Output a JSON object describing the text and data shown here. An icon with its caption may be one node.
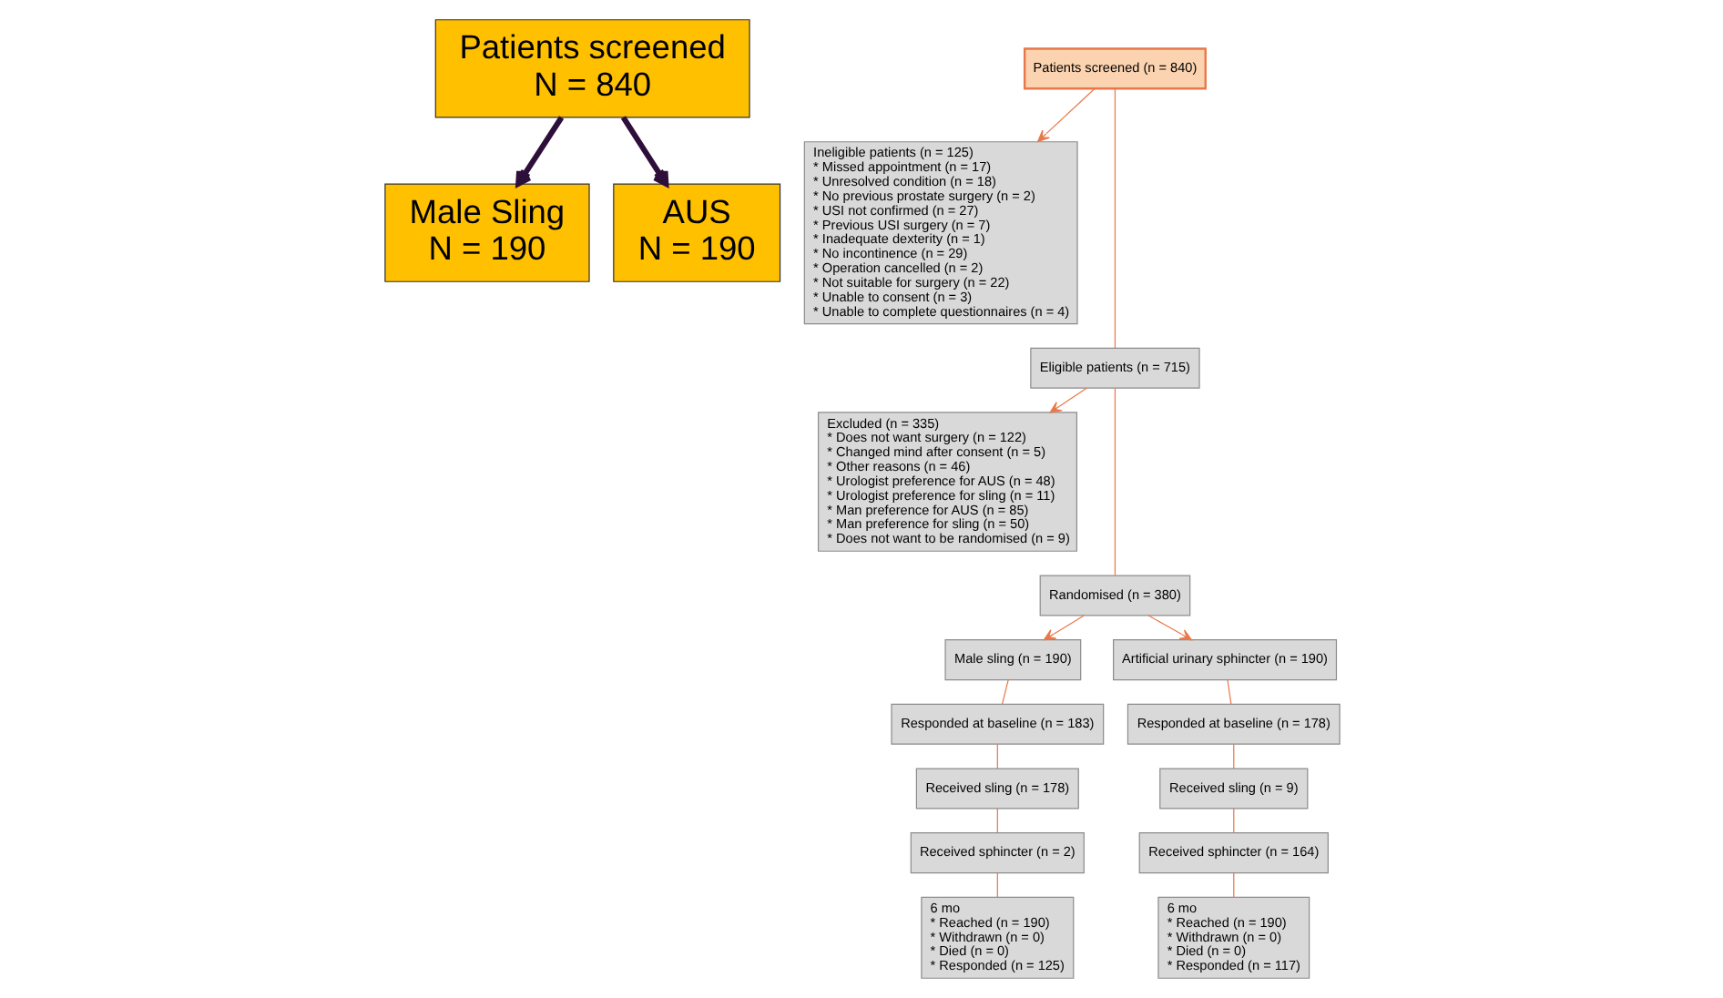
{
  "diagram": {
    "nodes": [
      {
        "text": [
          "Patients screened",
          "N = 840"
        ]
      },
      {
        "text": [
          "Male Sling",
          "N = 190"
        ]
      },
      {
        "text": [
          "AUS",
          "N = 190"
        ]
      },
      {
        "text": [
          "Patients screened (n = 840)"
        ]
      },
      {
        "text": [
          "Ineligible patients (n = 125)",
          "* Missed appointment (n = 17)",
          "* Unresolved condition (n = 18)",
          "* No previous prostate surgery (n = 2)",
          "* USI not confirmed (n = 27)",
          "* Previous USI surgery (n = 7)",
          "* Inadequate dexterity (n = 1)",
          "* No incontinence (n = 29)",
          "* Operation cancelled (n = 2)",
          "* Not suitable for surgery (n = 22)",
          "* Unable to consent (n = 3)",
          "* Unable to complete questionnaires (n = 4)"
        ]
      },
      {
        "text": [
          "Eligible patients (n = 715)"
        ]
      },
      {
        "text": [
          "Excluded (n = 335)",
          "* Does not want surgery (n = 122)",
          "* Changed mind after consent (n = 5)",
          "* Other reasons (n = 46)",
          "* Urologist preference for AUS (n = 48)",
          "* Urologist preference for sling (n = 11)",
          "* Man preference for AUS (n = 85)",
          "* Man preference for sling (n = 50)",
          "* Does not want to be randomised (n = 9)"
        ]
      },
      {
        "text": [
          "Randomised (n = 380)"
        ]
      },
      {
        "text": [
          "Male sling (n = 190)"
        ]
      },
      {
        "text": [
          "Artificial urinary sphincter (n = 190)"
        ]
      },
      {
        "text": [
          "Responded at baseline (n = 183)"
        ]
      },
      {
        "text": [
          "Received sling (n = 178)"
        ]
      },
      {
        "text": [
          "Received sphincter (n = 2)"
        ]
      },
      {
        "text": [
          "6 mo",
          "* Reached (n = 190)",
          "* Withdrawn (n = 0)",
          "* Died (n = 0)",
          "* Responded (n = 125)"
        ]
      },
      {
        "text": [
          "Responded at baseline (n = 178)"
        ]
      },
      {
        "text": [
          "Received sling (n = 9)"
        ]
      },
      {
        "text": [
          "Received sphincter (n = 164)"
        ]
      },
      {
        "text": [
          "6 mo",
          "* Reached (n = 190)",
          "* Withdrawn (n = 0)",
          "* Died (n = 0)",
          "* Responded (n = 117)"
        ]
      }
    ],
    "edges": [
      {
        "from": 0,
        "to": 1,
        "arrow": "to",
        "style": "thick",
        "color": "#2e0f3a"
      },
      {
        "from": 0,
        "to": 2,
        "arrow": "to",
        "style": "thick",
        "color": "#2e0f3a"
      },
      {
        "from": 3,
        "to": 4,
        "arrow": "to"
      },
      {
        "from": 3,
        "to": 5,
        "arrow": "none"
      },
      {
        "from": 5,
        "to": 6,
        "arrow": "to"
      },
      {
        "from": 5,
        "to": 7,
        "arrow": "none"
      },
      {
        "from": 7,
        "to": 8,
        "arrow": "to"
      },
      {
        "from": 7,
        "to": 9,
        "arrow": "to"
      },
      {
        "from": 8,
        "to": 10,
        "arrow": "none"
      },
      {
        "from": 10,
        "to": 11,
        "arrow": "none"
      },
      {
        "from": 11,
        "to": 12,
        "arrow": "none"
      },
      {
        "from": 12,
        "to": 13,
        "arrow": "none"
      },
      {
        "from": 9,
        "to": 14,
        "arrow": "none"
      },
      {
        "from": 14,
        "to": 15,
        "arrow": "none"
      },
      {
        "from": 15,
        "to": 16,
        "arrow": "none"
      },
      {
        "from": 16,
        "to": 17,
        "arrow": "none"
      }
    ]
  }
}
